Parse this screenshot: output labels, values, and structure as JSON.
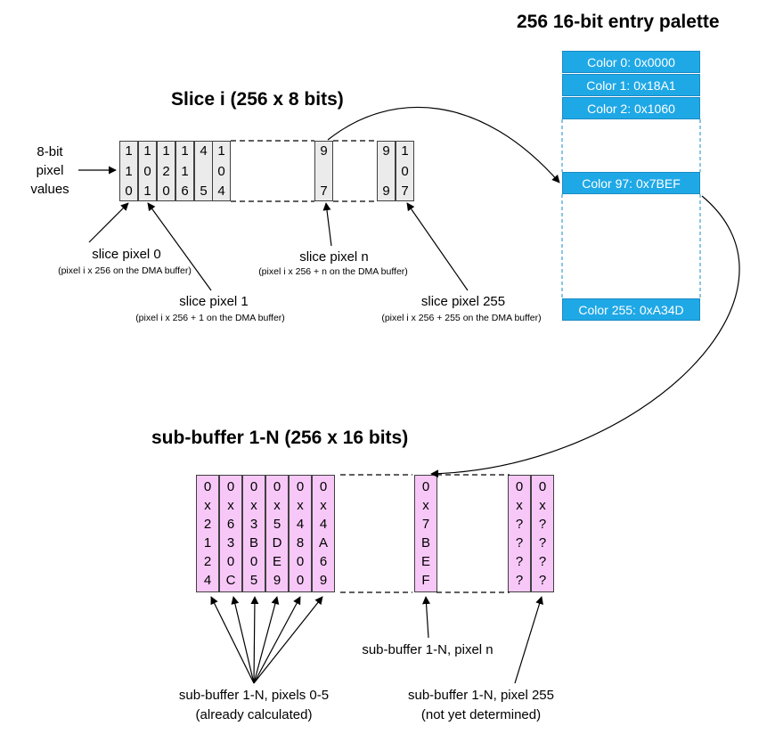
{
  "palette": {
    "title": "256 16-bit entry palette",
    "entries": [
      "Color 0: 0x0000",
      "Color 1: 0x18A1",
      "Color 2: 0x1060",
      "Color 97: 0x7BEF",
      "Color 255: 0xA34D"
    ]
  },
  "slice": {
    "title": "Slice i (256 x 8 bits)",
    "input_label": [
      "8-bit",
      "pixel",
      "values"
    ],
    "cells": [
      "110",
      "101",
      "120",
      "116",
      "45",
      "104",
      "97",
      "99",
      "107"
    ],
    "labels": {
      "p0": {
        "main": "slice pixel 0",
        "sub": "(pixel i x 256  on the DMA buffer)"
      },
      "p1": {
        "main": "slice pixel 1",
        "sub": "(pixel i x 256 + 1  on the DMA buffer)"
      },
      "pn": {
        "main": "slice pixel n",
        "sub": "(pixel i x 256 + n  on the DMA buffer)"
      },
      "p255": {
        "main": "slice pixel 255",
        "sub": "(pixel i x 256 + 255  on the DMA buffer)"
      }
    }
  },
  "subbuffer": {
    "title": "sub-buffer 1-N (256 x 16 bits)",
    "cells": [
      "0x2124",
      "0x630C",
      "0x3B05",
      "0x5DE9",
      "0x4800",
      "0x4A69",
      "0x7BEF",
      "0x????",
      "0x????"
    ],
    "labels": {
      "p05": {
        "main": "sub-buffer 1-N, pixels 0-5",
        "sub": "(already calculated)"
      },
      "pn": {
        "main": "sub-buffer 1-N, pixel n"
      },
      "p255": {
        "main": "sub-buffer 1-N, pixel 255",
        "sub": "(not yet determined)"
      }
    }
  }
}
